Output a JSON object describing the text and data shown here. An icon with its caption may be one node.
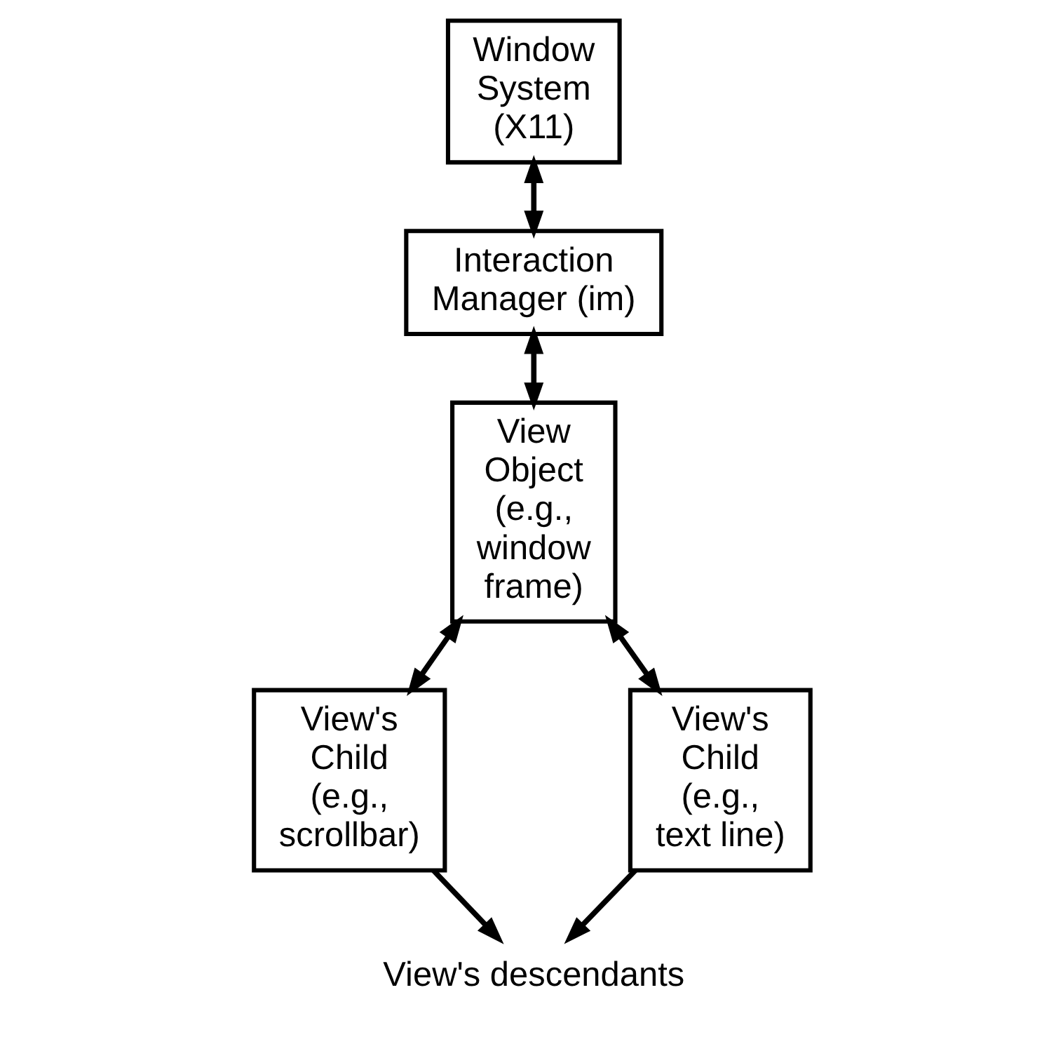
{
  "diagram": {
    "nodes": [
      {
        "text": [
          "Window System (X11)"
        ]
      },
      {
        "text": [
          "Interaction Manager (im)"
        ]
      },
      {
        "text": [
          "View Object (e.g., window frame)"
        ]
      },
      {
        "text": [
          "View's Child (e.g., scrollbar)"
        ]
      },
      {
        "text": [
          "View's Child (e.g., text line)"
        ]
      },
      {
        "text": [
          "View's descendants"
        ]
      }
    ],
    "edges": [
      {
        "from": 0,
        "to": 1,
        "arrow": "both"
      },
      {
        "from": 1,
        "to": 2,
        "arrow": "both"
      },
      {
        "from": 2,
        "to": 3,
        "arrow": "both"
      },
      {
        "from": 2,
        "to": 4,
        "arrow": "both"
      },
      {
        "from": 3,
        "to": 5,
        "arrow": "to"
      },
      {
        "from": 4,
        "to": 5,
        "arrow": "to"
      }
    ]
  }
}
